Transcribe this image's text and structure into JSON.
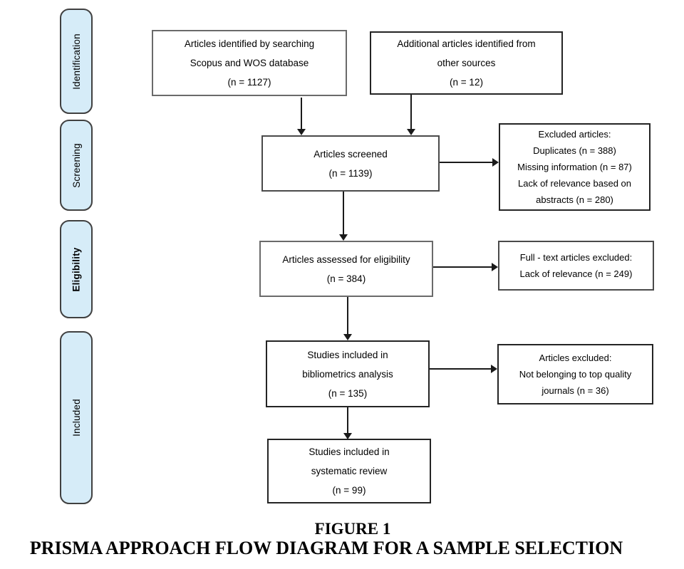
{
  "palette": {
    "stage_fill": "#d6ecf8",
    "stage_border": "#404040",
    "box_border": "#444444",
    "arrow_color": "#1a1a1a"
  },
  "stages": [
    {
      "label": "Identification"
    },
    {
      "label": "Screening"
    },
    {
      "label": "Eligibility"
    },
    {
      "label": "Included"
    }
  ],
  "boxes": {
    "search": {
      "lines": [
        "Articles identified by searching",
        "Scopus and WOS database",
        "(n = 1127)"
      ]
    },
    "additional": {
      "lines": [
        "Additional articles identified from",
        "other sources",
        "(n = 12)"
      ]
    },
    "screened": {
      "lines": [
        "Articles screened",
        "(n = 1139)"
      ]
    },
    "excluded_screening": {
      "lines": [
        "Excluded articles:",
        "Duplicates (n = 388)",
        "Missing information (n = 87)",
        "Lack of relevance based on",
        "abstracts (n = 280)"
      ]
    },
    "eligibility": {
      "lines": [
        "Articles assessed for eligibility",
        "(n = 384)"
      ]
    },
    "excluded_fulltext": {
      "lines": [
        "Full - text articles excluded:",
        "Lack of relevance (n = 249)"
      ]
    },
    "bibliometrics": {
      "lines": [
        "Studies included in",
        "bibliometrics analysis",
        "(n = 135)"
      ]
    },
    "excluded_quality": {
      "lines": [
        "Articles excluded:",
        "Not belonging to top quality",
        "journals (n = 36)"
      ]
    },
    "systematic": {
      "lines": [
        "Studies included in",
        "systematic review",
        "(n = 99)"
      ]
    }
  },
  "caption": {
    "title": "FIGURE 1",
    "subtitle": "PRISMA APPROACH FLOW DIAGRAM FOR A SAMPLE SELECTION"
  }
}
